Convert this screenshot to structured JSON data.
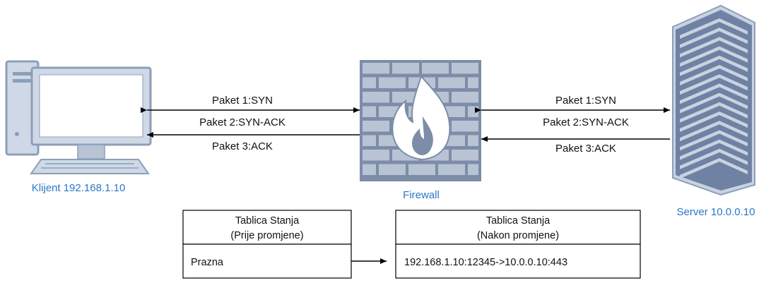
{
  "colors": {
    "accent_blue": "#2a79c9",
    "line": "#000000",
    "client_frame": "#cfd8e6",
    "client_frame_stroke": "#8c9fb9",
    "firewall_fill": "#7d8da7",
    "firewall_brick": "#b8c3d4",
    "server_fill": "#6f82a3"
  },
  "nodes": {
    "client": {
      "label": "Klijent 192.168.1.10",
      "icon": "desktop-computer-icon"
    },
    "firewall": {
      "label": "Firewall",
      "icon": "firewall-icon"
    },
    "server": {
      "label": "Server 10.0.0.10",
      "icon": "server-rack-icon"
    }
  },
  "left_link": {
    "labels": [
      "Paket 1:SYN",
      "Paket 2:SYN-ACK",
      "Paket 3:ACK"
    ]
  },
  "right_link": {
    "labels": [
      "Paket 1:SYN",
      "Paket 2:SYN-ACK",
      "Paket 3:ACK"
    ]
  },
  "tables": {
    "before": {
      "header_line1": "Tablica Stanja",
      "header_line2": "(Prije promjene)",
      "row": "Prazna"
    },
    "after": {
      "header_line1": "Tablica Stanja",
      "header_line2": "(Nakon promjene)",
      "row": "192.168.1.10:12345->10.0.0.10:443"
    }
  }
}
